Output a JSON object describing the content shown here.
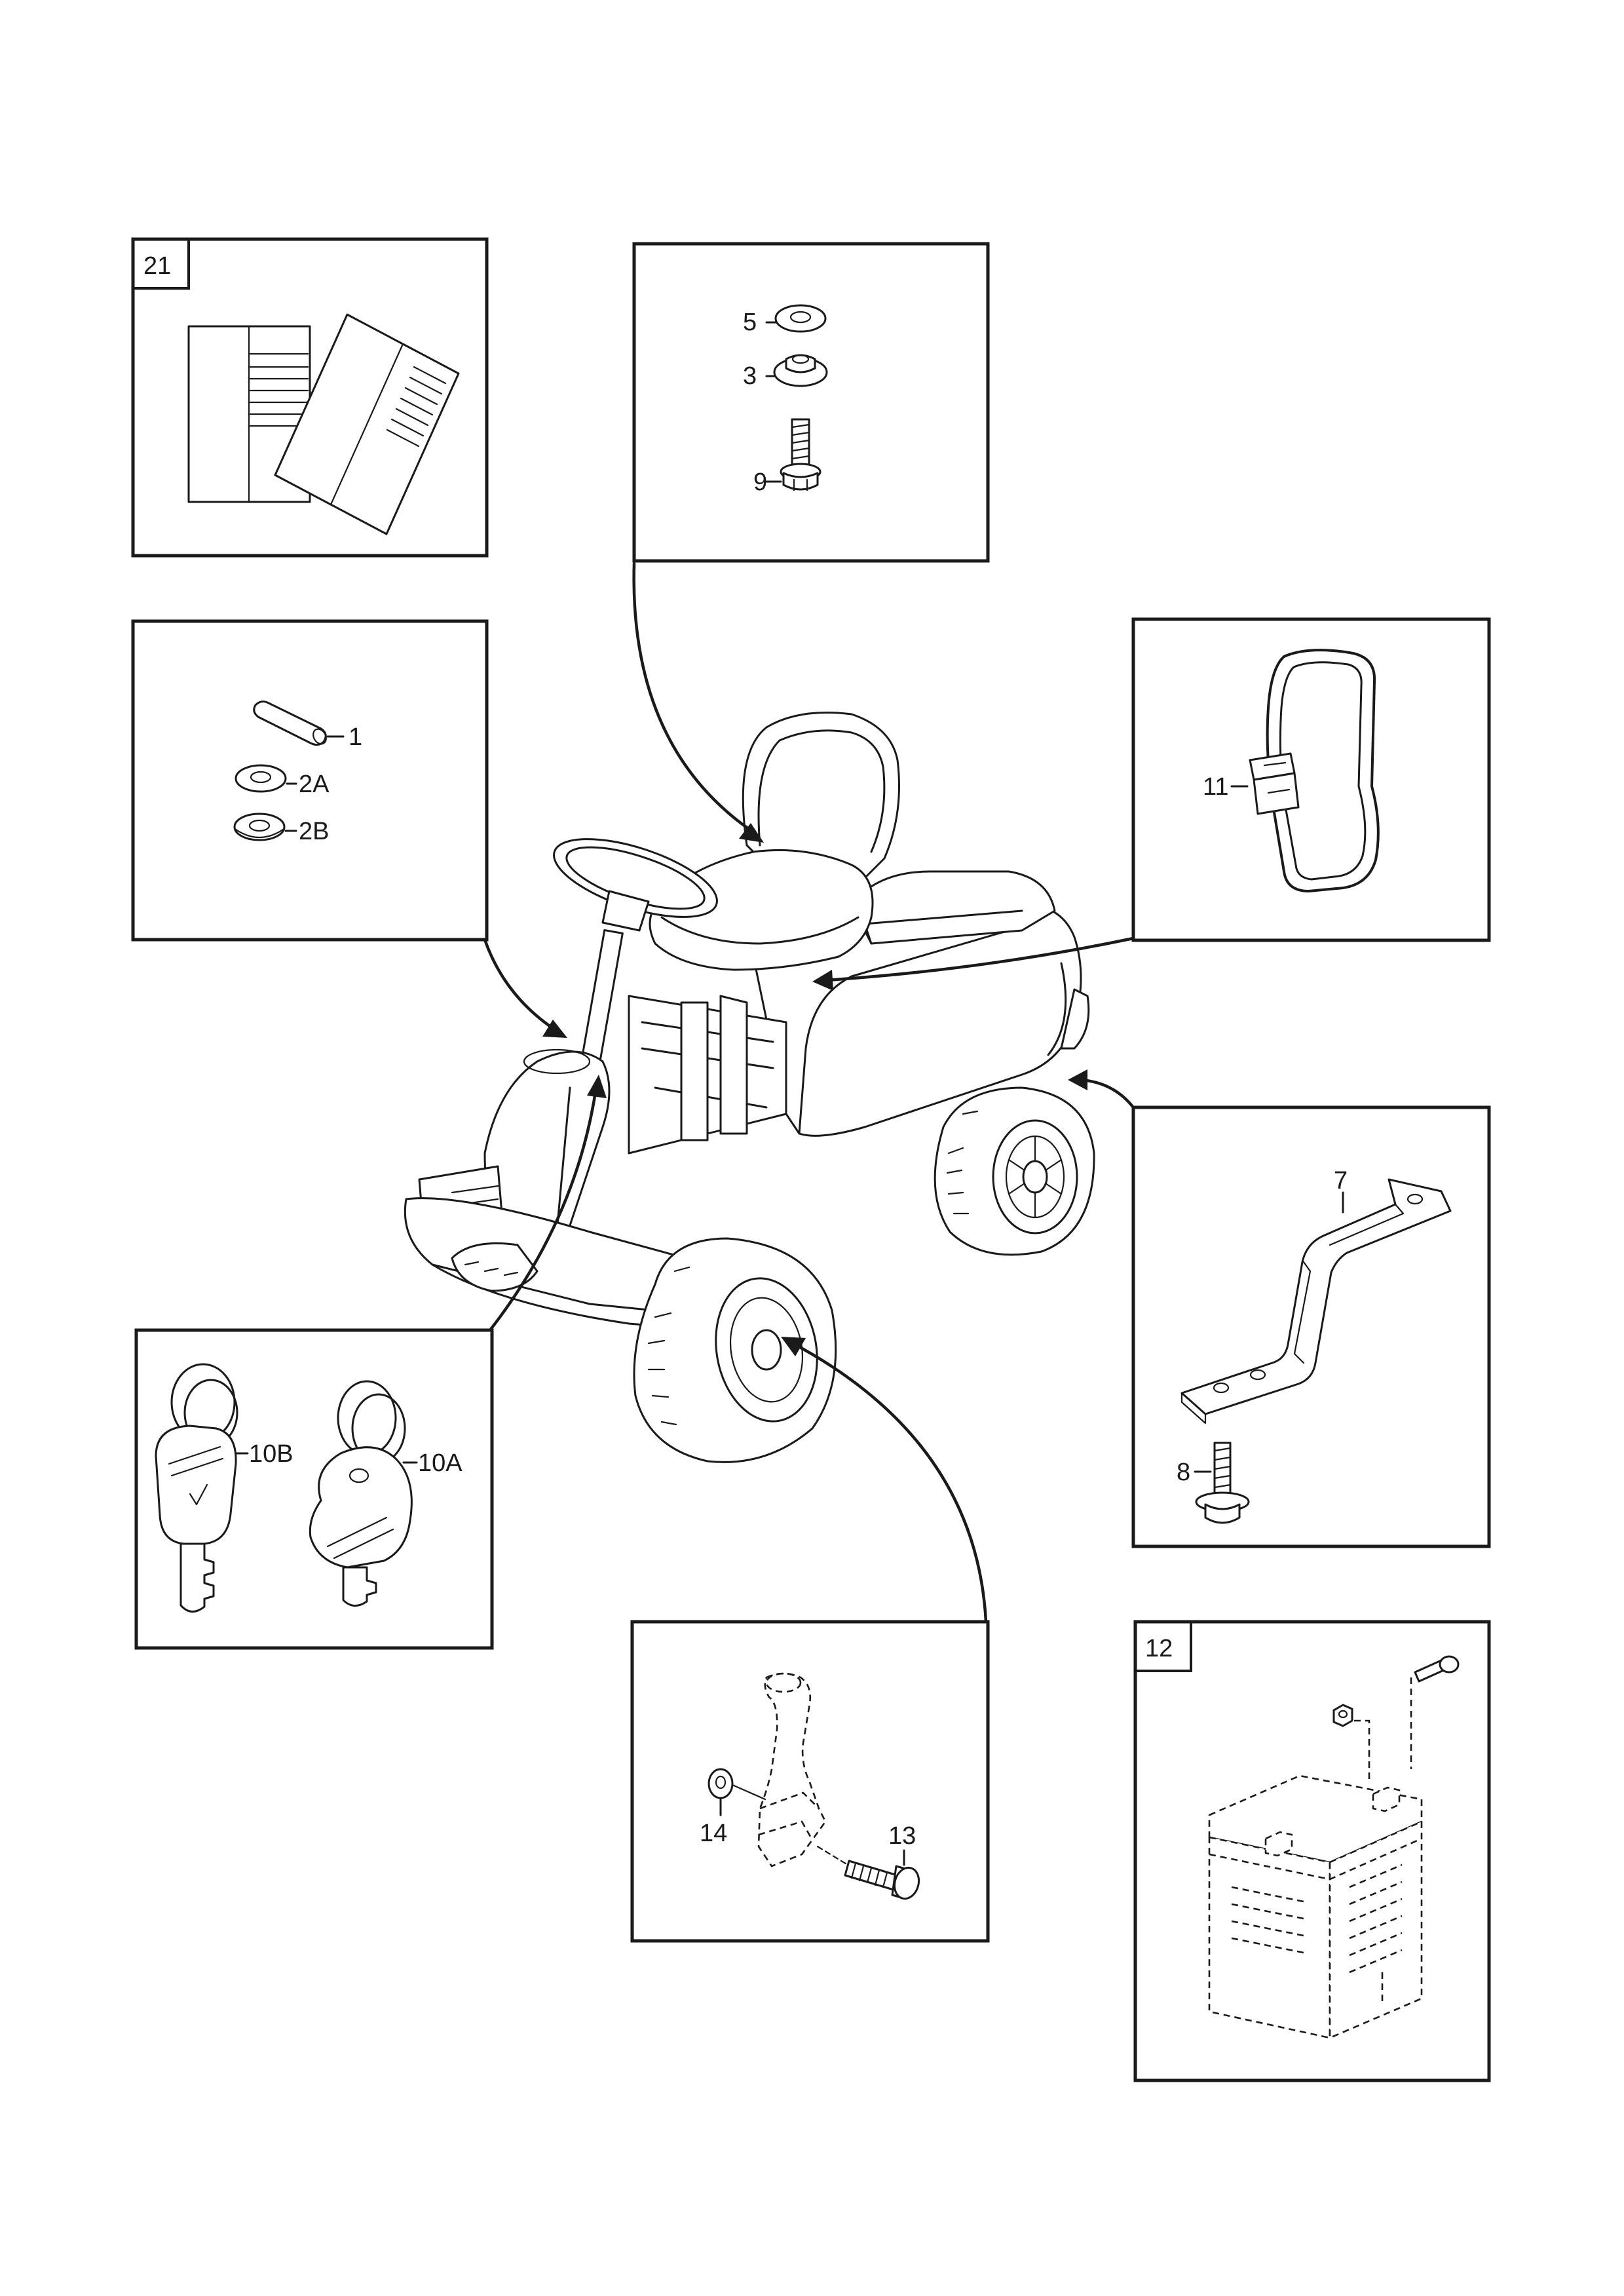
{
  "panels": {
    "documents": {
      "tag": "21"
    },
    "seat_hardware": {
      "labels": [
        "5",
        "3",
        "9"
      ]
    },
    "steering_hardware": {
      "labels": [
        "1",
        "2A",
        "2B"
      ]
    },
    "strap": {
      "labels": [
        "11"
      ]
    },
    "keys": {
      "labels": [
        "10B",
        "10A"
      ]
    },
    "bracket": {
      "labels": [
        "7",
        "8"
      ]
    },
    "wheel_hardware": {
      "labels": [
        "14",
        "13"
      ]
    },
    "battery": {
      "tag": "12"
    }
  }
}
